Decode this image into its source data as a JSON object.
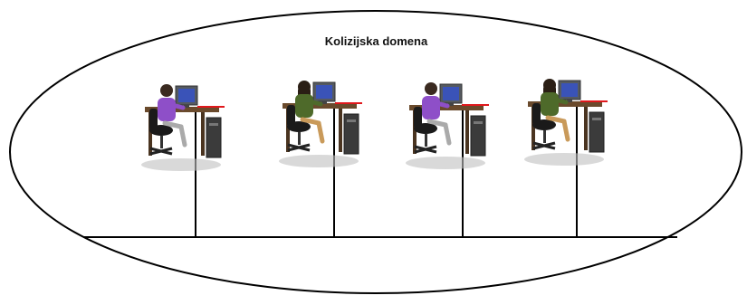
{
  "title": "Kolizijska domena",
  "workstations": [
    {
      "icon": "person-at-computer-icon",
      "person": "male",
      "shirt_color": "#8e4fc8"
    },
    {
      "icon": "person-at-computer-icon",
      "person": "female",
      "shirt_color": "#4e6a2a"
    },
    {
      "icon": "person-at-computer-icon",
      "person": "male",
      "shirt_color": "#8e4fc8"
    },
    {
      "icon": "person-at-computer-icon",
      "person": "female",
      "shirt_color": "#4e6a2a"
    }
  ],
  "colors": {
    "line": "#000000",
    "cable": "#e0181c",
    "desk": "#6a4a2c",
    "chair": "#1a1a1a",
    "monitor_frame": "#555a60",
    "monitor_screen": "#3a53b8"
  }
}
